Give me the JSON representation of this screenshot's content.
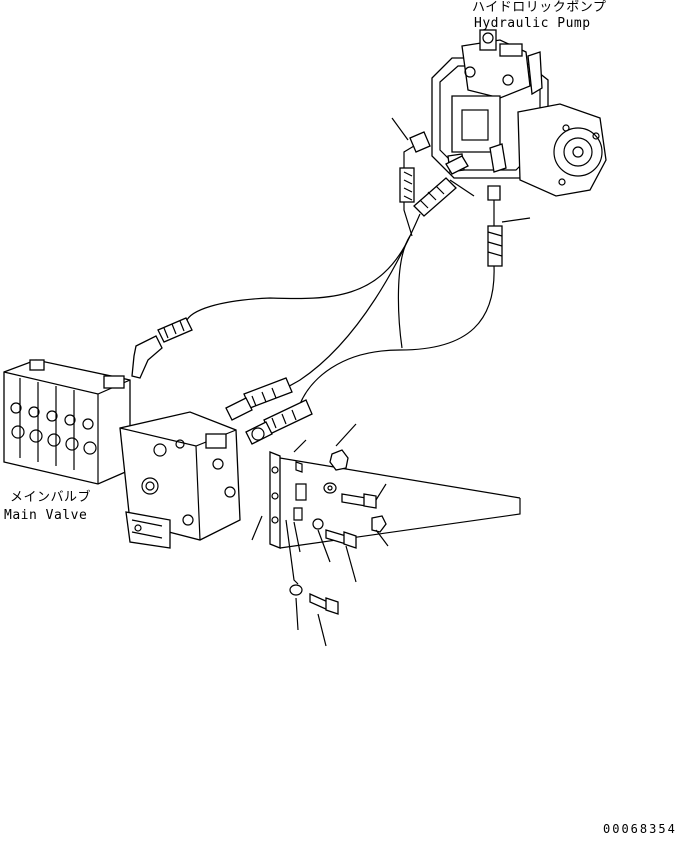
{
  "labels": {
    "pump_jp": "ハイドロリックポンプ",
    "pump_en": "Hydraulic Pump",
    "valve_jp": "メインバルブ",
    "valve_en": "Main Valve",
    "drawing_number": "00068354"
  }
}
